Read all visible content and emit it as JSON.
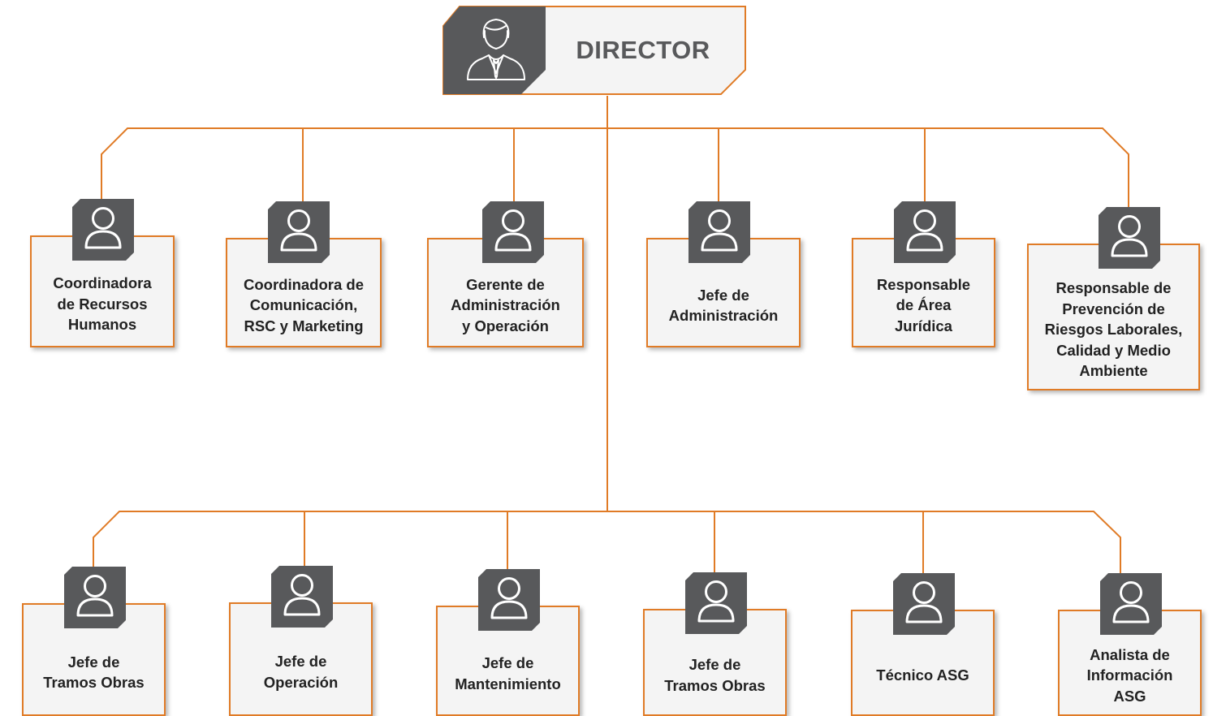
{
  "root": {
    "title": "DIRECTOR",
    "icon": "executive-icon"
  },
  "colors": {
    "accent": "#e07b26",
    "badge": "#58595b",
    "card": "#f4f4f4",
    "text": "#222222"
  },
  "tier1": [
    {
      "label": "Coordinadora\nde Recursos\nHumanos",
      "icon": "person-icon"
    },
    {
      "label": "Coordinadora de\nComunicación,\nRSC y Marketing",
      "icon": "person-icon"
    },
    {
      "label": "Gerente de\nAdministración\ny Operación",
      "icon": "person-icon"
    },
    {
      "label": "Jefe de\nAdministración",
      "icon": "person-icon"
    },
    {
      "label": "Responsable\nde Área\nJurídica",
      "icon": "person-icon"
    },
    {
      "label": "Responsable de\nPrevención de\nRiesgos Laborales,\nCalidad y Medio\nAmbiente",
      "icon": "person-icon"
    }
  ],
  "tier2": [
    {
      "label": "Jefe de\nTramos Obras",
      "icon": "person-icon"
    },
    {
      "label": "Jefe de\nOperación",
      "icon": "person-icon"
    },
    {
      "label": "Jefe de\nMantenimiento",
      "icon": "person-icon"
    },
    {
      "label": "Jefe de\nTramos Obras",
      "icon": "person-icon"
    },
    {
      "label": "Técnico ASG",
      "icon": "person-icon"
    },
    {
      "label": "Analista de\nInformación\nASG",
      "icon": "person-icon"
    }
  ]
}
